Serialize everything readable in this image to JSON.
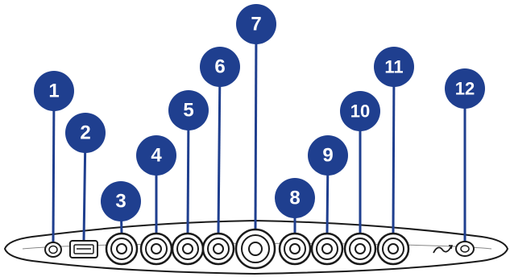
{
  "diagram": {
    "callouts": [
      {
        "number": "1",
        "connector": "small-port"
      },
      {
        "number": "2",
        "connector": "usb-port"
      },
      {
        "number": "3",
        "connector": "round-jack"
      },
      {
        "number": "4",
        "connector": "round-jack"
      },
      {
        "number": "5",
        "connector": "round-jack"
      },
      {
        "number": "6",
        "connector": "round-jack"
      },
      {
        "number": "7",
        "connector": "large-round-jack"
      },
      {
        "number": "8",
        "connector": "round-jack"
      },
      {
        "number": "9",
        "connector": "round-jack"
      },
      {
        "number": "10",
        "connector": "round-jack"
      },
      {
        "number": "11",
        "connector": "round-jack"
      },
      {
        "number": "12",
        "connector": "power-port"
      }
    ],
    "colors": {
      "callout_fill": "#1f3f8f",
      "leader_line": "#1f3f8f",
      "device_outline": "#1a1a1a",
      "device_fill": "#ffffff"
    }
  }
}
